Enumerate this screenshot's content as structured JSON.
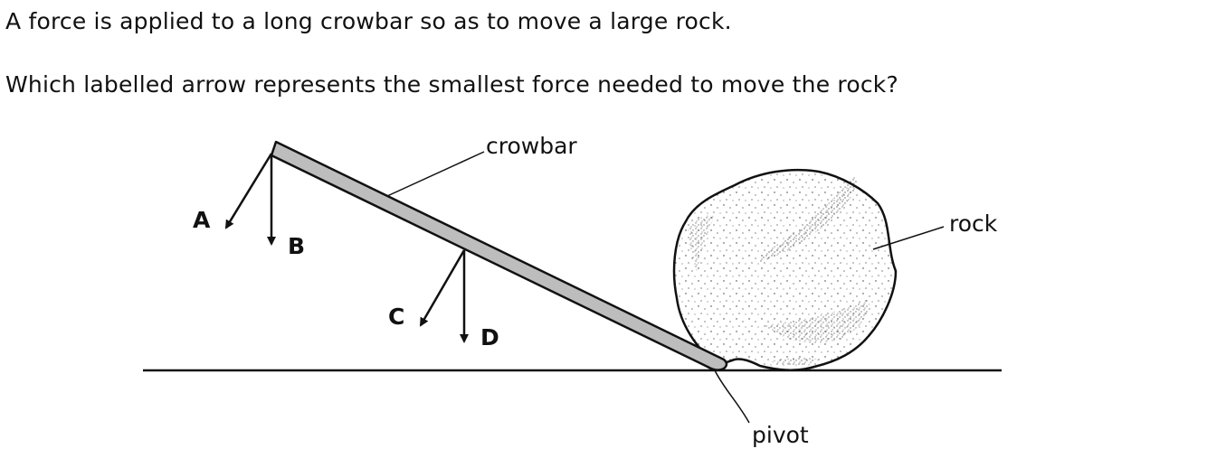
{
  "question": {
    "line1": "A force is applied to a long crowbar so as to move a large rock.",
    "line2": "Which labelled arrow represents the smallest force needed to move the rock?"
  },
  "diagram": {
    "labels": {
      "crowbar": "crowbar",
      "rock": "rock",
      "pivot": "pivot"
    },
    "arrows": {
      "a": "A",
      "b": "B",
      "c": "C",
      "d": "D"
    }
  }
}
